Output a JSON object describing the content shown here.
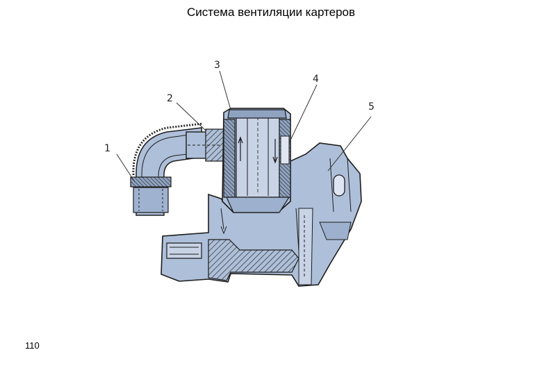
{
  "page": {
    "title": "Система вентиляции картеров",
    "page_number": "110"
  },
  "diagram": {
    "callouts": [
      "1",
      "2",
      "3",
      "4",
      "5"
    ],
    "colors": {
      "body_fill": "#aebfd9",
      "dark_fill": "#7f92b0",
      "outline": "#1c1c1c",
      "hatch": "#2a2a2a",
      "leader": "#333333"
    }
  }
}
